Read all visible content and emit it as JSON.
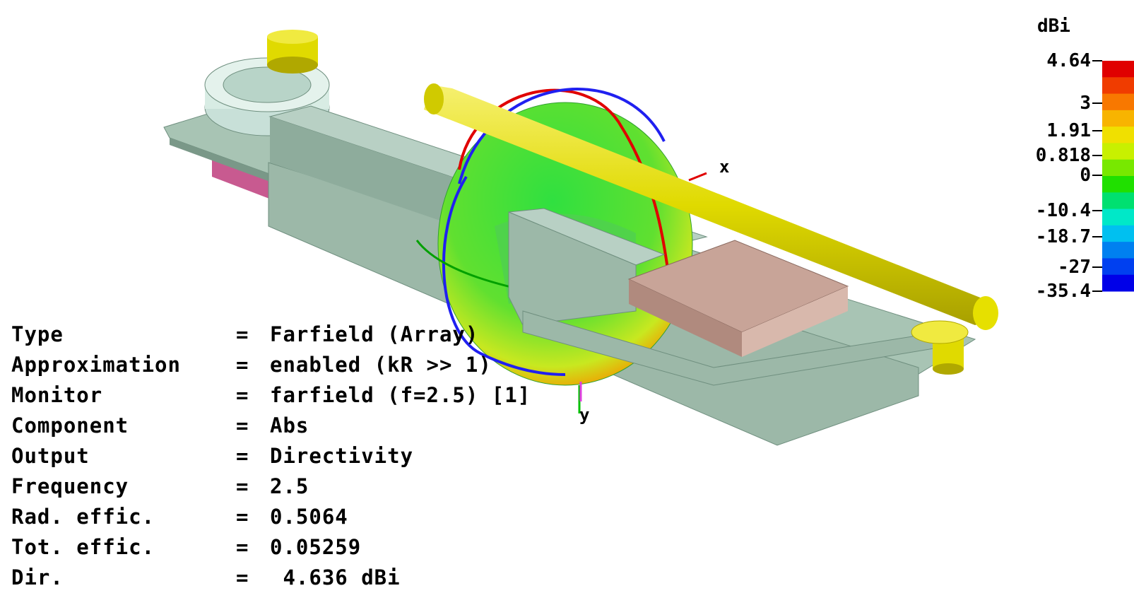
{
  "legend": {
    "unit": "dBi",
    "ticks": [
      "4.64",
      "3",
      "1.91",
      "0.818",
      "0",
      "-10.4",
      "-18.7",
      "-27",
      "-35.4"
    ],
    "colors": [
      "#e00000",
      "#f03c00",
      "#f87800",
      "#f8b400",
      "#f0e000",
      "#c8f000",
      "#78e800",
      "#20e000",
      "#00e070",
      "#00e8c8",
      "#00c0f0",
      "#0080f0",
      "#0040f0",
      "#0000e8"
    ]
  },
  "axes": {
    "x": "x",
    "y": "y"
  },
  "info": [
    {
      "key": "Type",
      "value": "Farfield (Array)"
    },
    {
      "key": "Approximation",
      "value": "enabled (kR >> 1)"
    },
    {
      "key": "Monitor",
      "value": "farfield (f=2.5) [1]"
    },
    {
      "key": "Component",
      "value": "Abs"
    },
    {
      "key": "Output",
      "value": "Directivity"
    },
    {
      "key": "Frequency",
      "value": "2.5"
    },
    {
      "key": "Rad. effic.",
      "value": "0.5064"
    },
    {
      "key": "Tot. effic.",
      "value": "0.05259"
    },
    {
      "key": "Dir.",
      "value": " 4.636 dBi"
    }
  ],
  "colors": {
    "board": "#9cb8a8",
    "board_dark": "#7a9888",
    "rod": "#e6e000",
    "rod_dark": "#b0a800",
    "pink": "#c85a90",
    "chip": "#c8a498",
    "pattern_green": "#40e040"
  }
}
